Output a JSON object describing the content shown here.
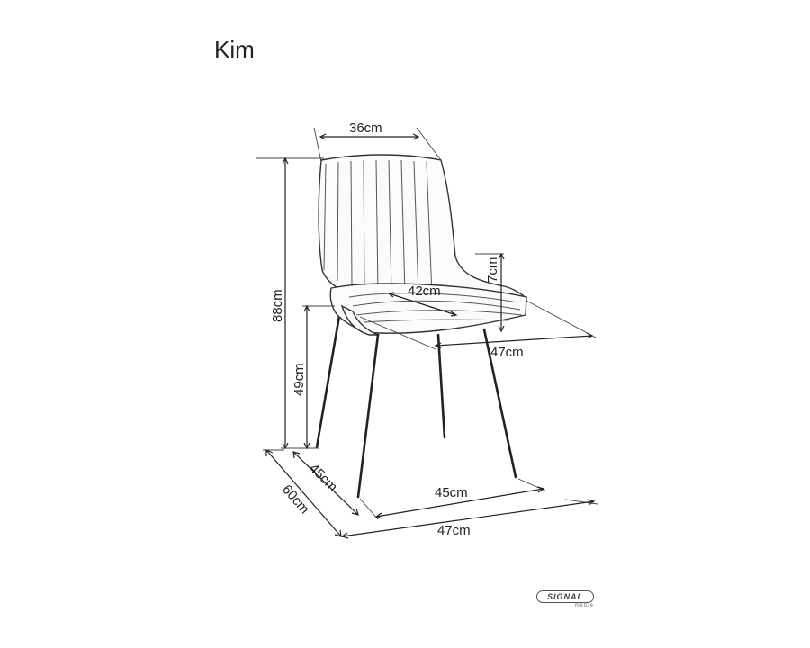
{
  "title": "Kim",
  "dimensions": {
    "backrest_width": "36cm",
    "total_height": "88cm",
    "seat_height": "49cm",
    "armrest_height": "7cm",
    "seat_depth": "42cm",
    "seat_width": "47cm",
    "base_depth": "45cm",
    "base_width": "45cm",
    "overall_depth": "60cm",
    "overall_width": "47cm"
  },
  "logo": {
    "brand": "SIGNAL",
    "sub": "meble"
  }
}
